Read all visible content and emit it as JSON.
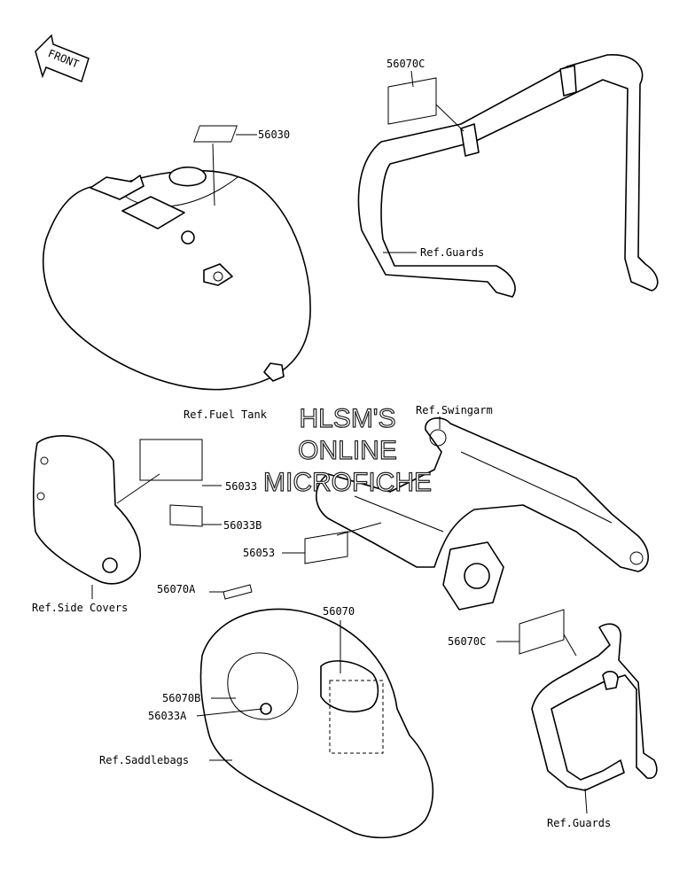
{
  "front_arrow": {
    "text": "FRONT"
  },
  "watermark": {
    "line1": "HLSM'S",
    "line2": "ONLINE",
    "line3": "MICROFICHE"
  },
  "callouts": {
    "p56070C_top": "56070C",
    "p56030": "56030",
    "ref_guards_top": "Ref.Guards",
    "ref_fuel_tank": "Ref.Fuel Tank",
    "ref_swingarm": "Ref.Swingarm",
    "p56033": "56033",
    "p56033B": "56033B",
    "p56053": "56053",
    "p56070A": "56070A",
    "ref_side_covers": "Ref.Side Covers",
    "p56070": "56070",
    "p56070C_mid": "56070C",
    "p56070B": "56070B",
    "p56033A": "56033A",
    "ref_saddlebags": "Ref.Saddlebags",
    "ref_guards_bottom": "Ref.Guards"
  }
}
